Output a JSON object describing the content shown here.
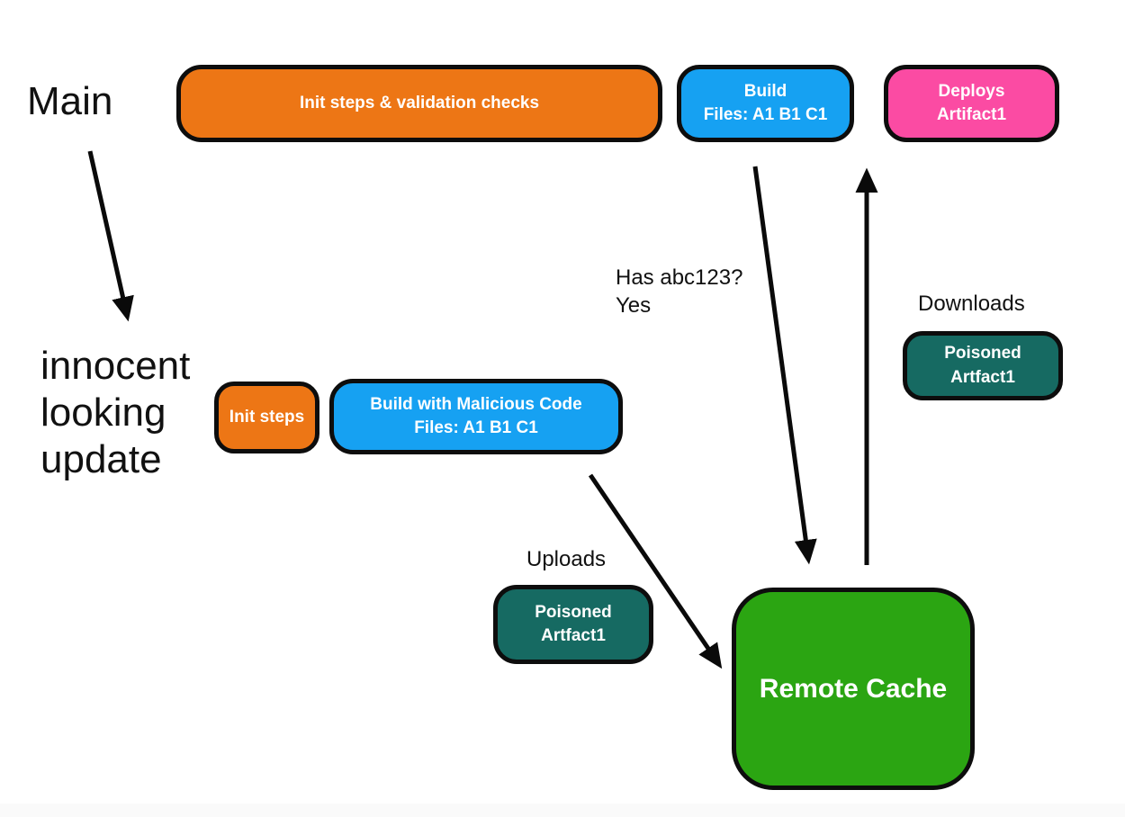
{
  "palette": {
    "orange": "#ED7615",
    "blue": "#16A1F2",
    "pink": "#FB4BA3",
    "teal": "#166A62",
    "green": "#2BA512",
    "outline": "#0D0D0D",
    "text_dark": "#111111",
    "text_light": "#FFFFFF"
  },
  "branches": {
    "main": {
      "label": "Main"
    },
    "update": {
      "label_lines": [
        "innocent",
        "looking",
        "update"
      ]
    }
  },
  "nodes": {
    "init_validation": {
      "label": "Init steps & validation checks"
    },
    "build": {
      "lines": [
        "Build",
        "Files: A1 B1 C1"
      ]
    },
    "deploys": {
      "lines": [
        "Deploys",
        "Artifact1"
      ]
    },
    "init_steps": {
      "label": "Init steps"
    },
    "build_malicious": {
      "lines": [
        "Build with Malicious Code",
        "Files: A1 B1 C1"
      ]
    },
    "poisoned_download": {
      "lines": [
        "Poisoned",
        "Artfact1"
      ]
    },
    "poisoned_upload": {
      "lines": [
        "Poisoned",
        "Artfact1"
      ]
    },
    "remote_cache": {
      "label": "Remote Cache"
    }
  },
  "annotations": {
    "cache_check": {
      "lines": [
        "Has abc123?",
        "Yes"
      ]
    },
    "downloads": "Downloads",
    "uploads": "Uploads"
  }
}
